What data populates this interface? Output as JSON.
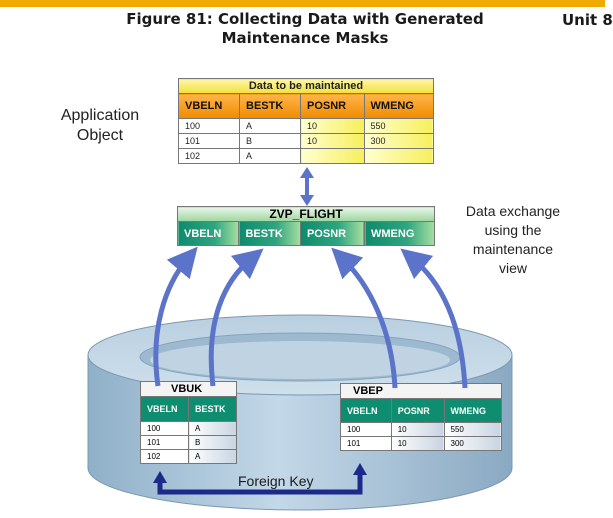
{
  "figure": {
    "title_line1": "Figure 81: Collecting Data with Generated",
    "title_line2": "Maintenance Masks",
    "unit": "Unit 8"
  },
  "labels": {
    "application_object_line1": "Application",
    "application_object_line2": "Object",
    "data_exchange_line1": "Data exchange",
    "data_exchange_line2": "using the",
    "data_exchange_line3": "maintenance",
    "data_exchange_line4": "view",
    "foreign_key": "Foreign Key"
  },
  "data_table": {
    "caption": "Data to be maintained",
    "headers": [
      "VBELN",
      "BESTK",
      "POSNR",
      "WMENG"
    ],
    "rows": [
      [
        "100",
        "A",
        "10",
        "550"
      ],
      [
        "101",
        "B",
        "10",
        "300"
      ],
      [
        "102",
        "A",
        "",
        ""
      ]
    ]
  },
  "view": {
    "caption": "ZVP_FLIGHT",
    "headers": [
      "VBELN",
      "BESTK",
      "POSNR",
      "WMENG"
    ]
  },
  "vbuk": {
    "caption": "VBUK",
    "headers": [
      "VBELN",
      "BESTK"
    ],
    "rows": [
      [
        "100",
        "A"
      ],
      [
        "101",
        "B"
      ],
      [
        "102",
        "A"
      ]
    ]
  },
  "vbep": {
    "caption": "VBEP",
    "headers": [
      "VBELN",
      "POSNR",
      "WMENG"
    ],
    "rows": [
      [
        "100",
        "10",
        "550"
      ],
      [
        "101",
        "10",
        "300"
      ]
    ]
  },
  "colors": {
    "top_bar": "#f0ab00",
    "header_orange": "#f08a00",
    "header_green": "#0f8d70",
    "arrow_blue": "#5b73c9",
    "fk_arrow": "#1c2a8a",
    "database": "#a9c6dc"
  }
}
